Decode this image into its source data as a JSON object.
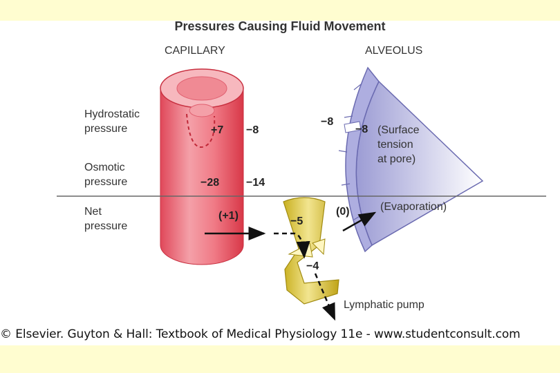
{
  "title": "Pressures Causing Fluid Movement",
  "headers": {
    "capillary": "CAPILLARY",
    "alveolus": "ALVEOLUS"
  },
  "rows": {
    "hydrostatic": [
      "Hydrostatic",
      "pressure"
    ],
    "osmotic": [
      "Osmotic",
      "pressure"
    ],
    "net": [
      "Net",
      "pressure"
    ]
  },
  "values": {
    "cap_hydro": "+7",
    "int_hydro": "−8",
    "cap_osmo": "−28",
    "int_osmo": "−14",
    "net_cap": "(+1)",
    "lymph_mid": "−5",
    "lymph_low": "−4",
    "alv_left": "−8",
    "alv_surface": "−8",
    "alv_zero": "(0)"
  },
  "surface_tension": [
    "(Surface",
    "tension",
    "at pore)"
  ],
  "evaporation": "(Evaporation)",
  "lymphatic_pump": "Lymphatic pump",
  "copyright": "© Elsevier. Guyton & Hall: Textbook of Medical Physiology 11e - www.studentconsult.com",
  "colors": {
    "capillary": "#e8505a",
    "lymph": "#d8c23a",
    "alveolus": "#9a9ad0",
    "background": "#fffdd0"
  }
}
